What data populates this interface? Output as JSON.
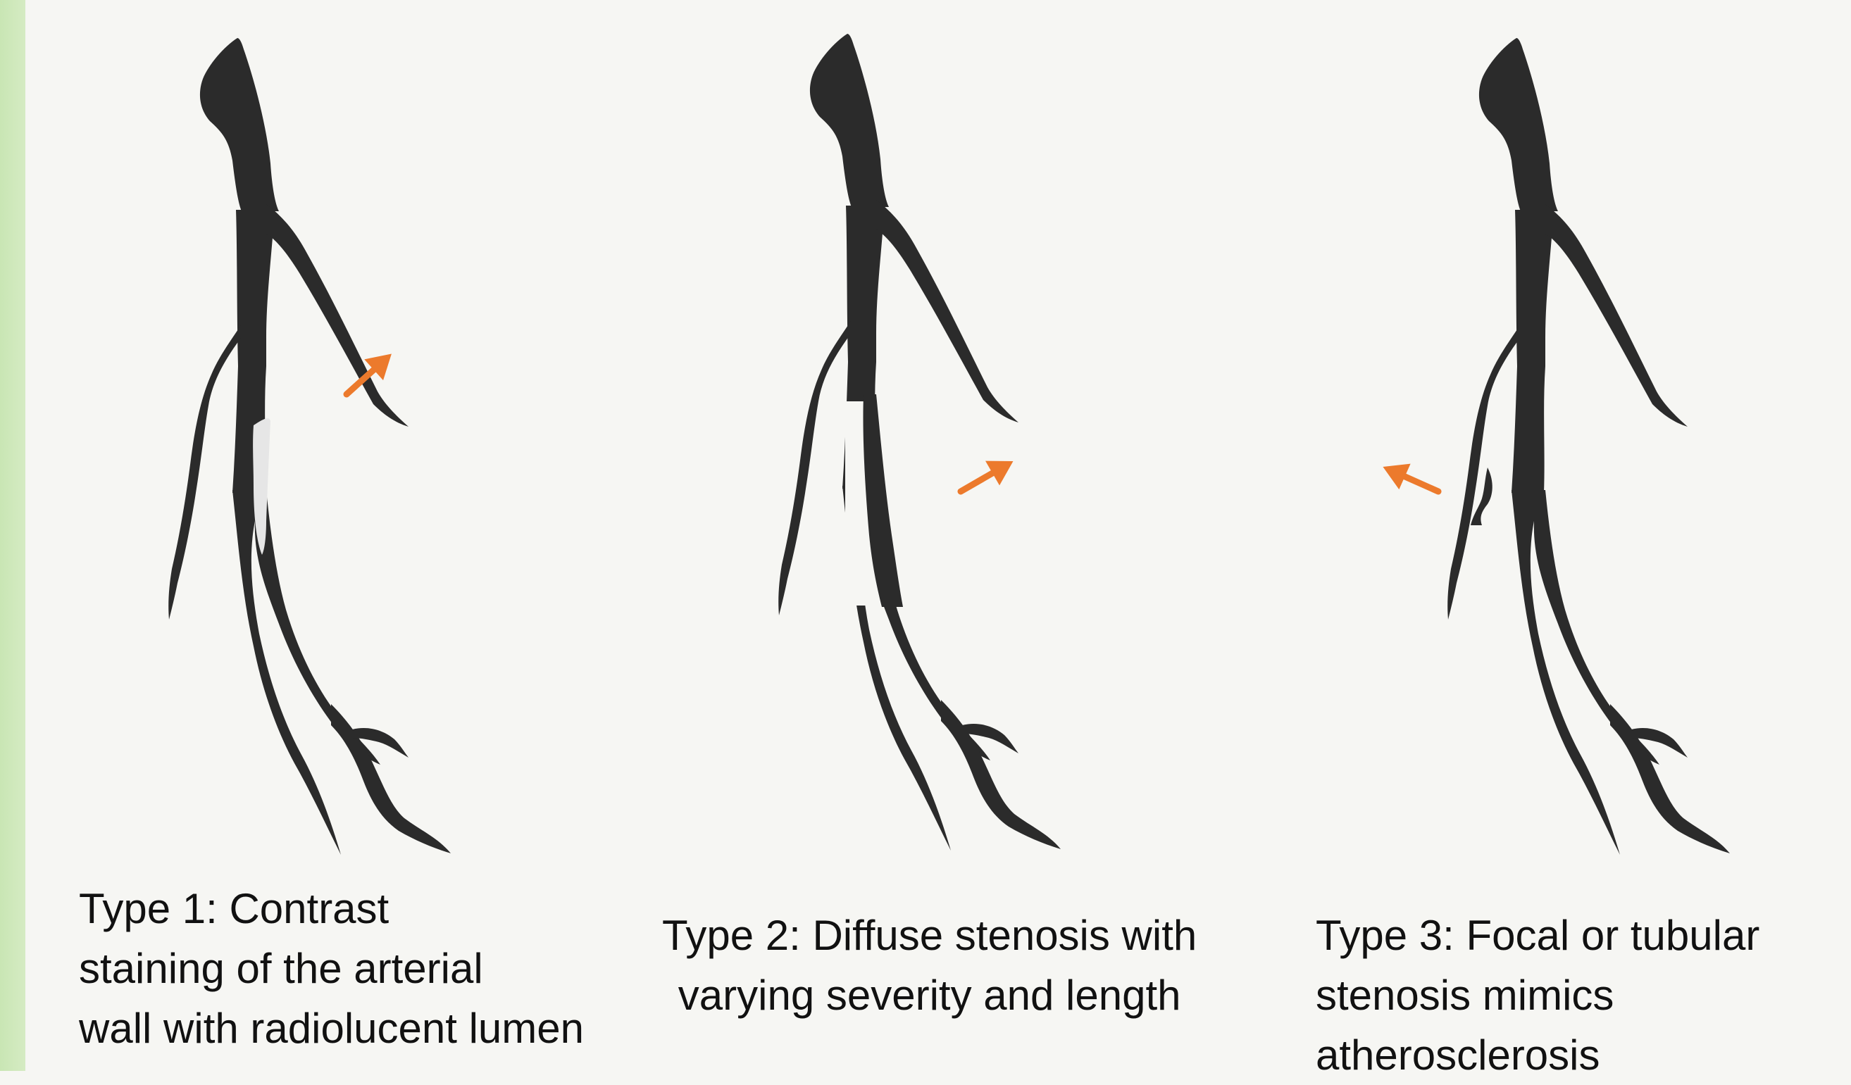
{
  "colors": {
    "background": "#f6f6f3",
    "side_bar": "#c9e6b4",
    "vessel": "#2b2b2b",
    "wall_stain": "#e6e6e6",
    "arrow": "#ec7a2c",
    "text": "#111111"
  },
  "icons": [
    "arrow-icon"
  ],
  "panels": [
    {
      "caption_lines": [
        "Type 1: Contrast",
        "staining of the arterial",
        "wall with radiolucent lumen"
      ]
    },
    {
      "caption_lines": [
        "Type 2: Diffuse stenosis with",
        "varying severity and length"
      ]
    },
    {
      "caption_lines": [
        "Type 3: Focal or tubular",
        "stenosis mimics",
        "atherosclerosis"
      ]
    }
  ]
}
